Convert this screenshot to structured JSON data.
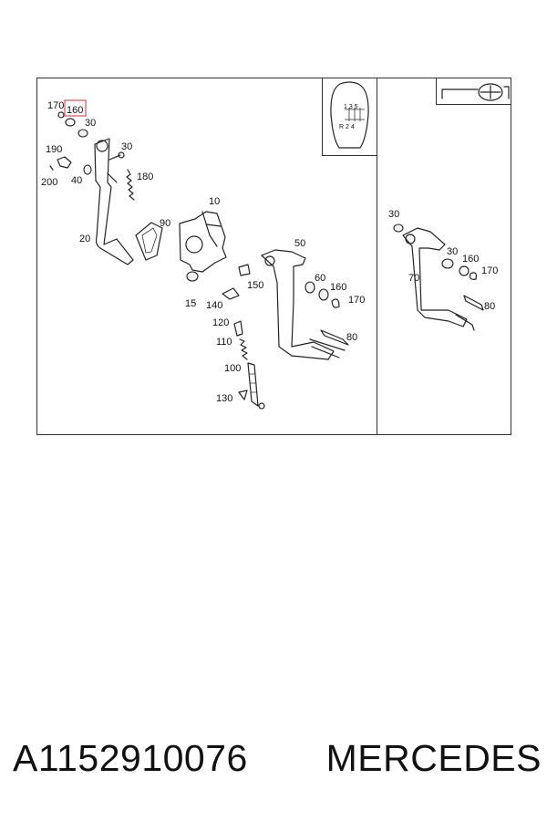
{
  "diagram": {
    "callouts": {
      "c170a": "170",
      "c160a": "160",
      "c30a": "30",
      "c30b": "30",
      "c190": "190",
      "c180": "180",
      "c200": "200",
      "c40": "40",
      "c20": "20",
      "c90": "90",
      "c10": "10",
      "c15": "15",
      "c150": "150",
      "c140": "140",
      "c120": "120",
      "c110": "110",
      "c100": "100",
      "c130": "130",
      "c50": "50",
      "c60": "60",
      "c160b": "160",
      "c170b": "170",
      "c80a": "80",
      "c30c": "30",
      "c30d": "30",
      "c160c": "160",
      "c170c": "170",
      "c70": "70",
      "c80b": "80"
    },
    "highlighted_callout": "160",
    "shift_pattern": {
      "row1": "1 3 5",
      "row2": "R 2 4"
    },
    "highlight_color": "#e05a6a"
  },
  "caption": {
    "part_number": "A1152910076",
    "brand": "MERCEDES"
  }
}
